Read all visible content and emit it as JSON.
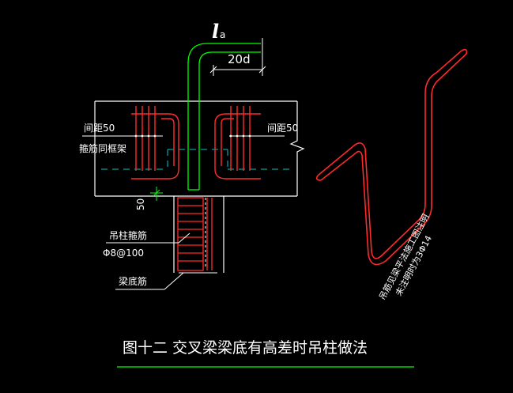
{
  "colors": {
    "background": "#000000",
    "concrete": "#ffffff",
    "rebar": "#ff2a2a",
    "stirrup": "#ffffff",
    "anchorage": "#00ff00",
    "dashed_axis": "#00c8c8",
    "title_underline": "#00ff00"
  },
  "labels": {
    "la_symbol": "l",
    "la_sub": "a",
    "dim_20d": "20d",
    "spacing_left": "间距50",
    "spacing_right": "间距50",
    "stirrup_note_left": "箍筋同框架",
    "dim_50": "50",
    "hanger_stirrup_label": "吊柱箍筋",
    "hanger_stirrup_spec": "Φ8@100",
    "beam_bottom_bar": "梁底筋",
    "note_line1": "吊筋见梁平法施工图注明",
    "note_line2": "未注明时为3Φ14",
    "title": "图十二  交叉梁梁底有高差时吊柱做法"
  }
}
